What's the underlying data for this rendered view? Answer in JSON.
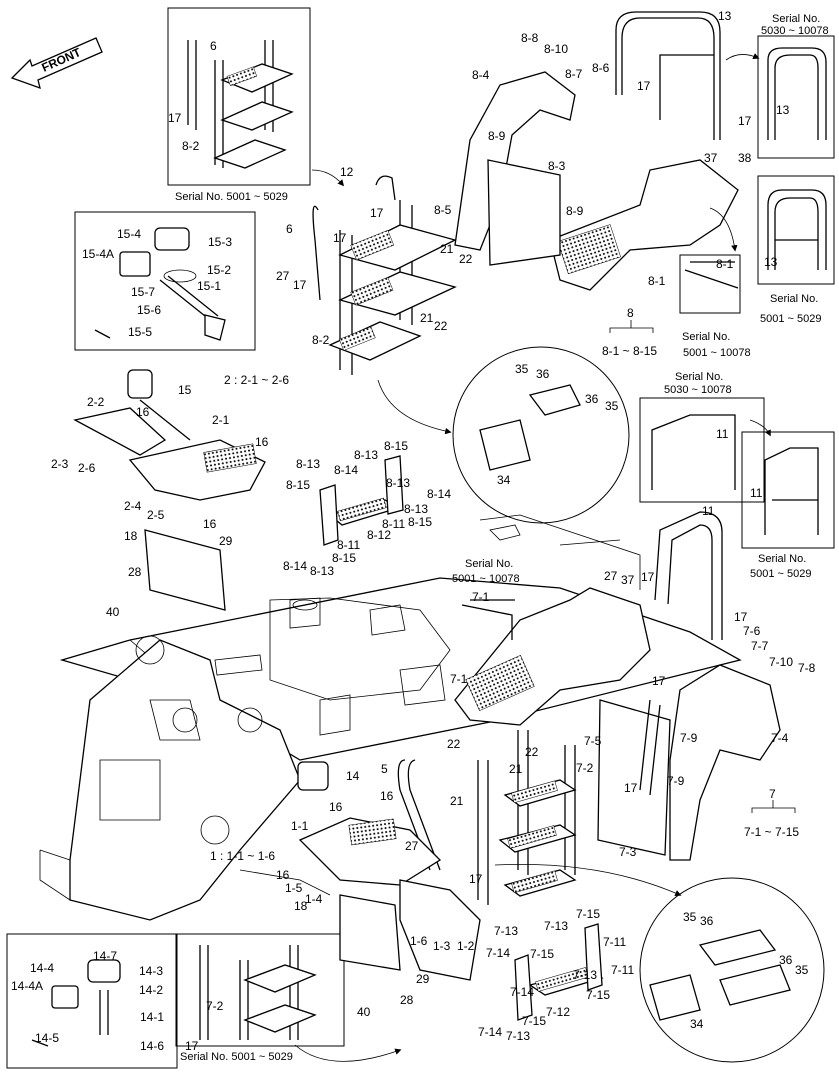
{
  "front_label": "FRONT",
  "serial_notes": [
    {
      "id": "sn-top-left",
      "text": "Serial No. 5001 ~ 5029"
    },
    {
      "id": "sn-top-right-title",
      "text": "Serial No."
    },
    {
      "id": "sn-top-right-range",
      "text": "5030 ~ 10078"
    },
    {
      "id": "sn-right-lower-title",
      "text": "Serial No."
    },
    {
      "id": "sn-right-lower-range",
      "text": "5001 ~ 5029"
    },
    {
      "id": "sn-81-title",
      "text": "Serial No."
    },
    {
      "id": "sn-81-range",
      "text": "5001 ~ 10078"
    },
    {
      "id": "sn-11a-title",
      "text": "Serial No."
    },
    {
      "id": "sn-11a-range",
      "text": "5030 ~ 10078"
    },
    {
      "id": "sn-11b-title",
      "text": "Serial No."
    },
    {
      "id": "sn-11b-range",
      "text": "5001 ~ 5029"
    },
    {
      "id": "sn-71-title",
      "text": "Serial No."
    },
    {
      "id": "sn-71-range",
      "text": "5001 ~ 10078"
    },
    {
      "id": "sn-bottom",
      "text": "Serial No. 5001 ~ 5029"
    }
  ],
  "group_notes": {
    "g2": "2 : 2-1 ~ 2-6",
    "g1": "1 : 1-1 ~ 1-6",
    "g8_head": "8",
    "g8_range": "8-1  ~  8-15",
    "g7_head": "7",
    "g7_range": "7-1  ~  7-15"
  },
  "callouts": [
    {
      "t": "13"
    },
    {
      "t": "8-8"
    },
    {
      "t": "8-10"
    },
    {
      "t": "8-7"
    },
    {
      "t": "8-6"
    },
    {
      "t": "8-4"
    },
    {
      "t": "17"
    },
    {
      "t": "17"
    },
    {
      "t": "8-9"
    },
    {
      "t": "37"
    },
    {
      "t": "38"
    },
    {
      "t": "8-3"
    },
    {
      "t": "8-9"
    },
    {
      "t": "13"
    },
    {
      "t": "13"
    },
    {
      "t": "8-1"
    },
    {
      "t": "8-1"
    },
    {
      "t": "6"
    },
    {
      "t": "17"
    },
    {
      "t": "8-2"
    },
    {
      "t": "12"
    },
    {
      "t": "17"
    },
    {
      "t": "8-5"
    },
    {
      "t": "6"
    },
    {
      "t": "17"
    },
    {
      "t": "27"
    },
    {
      "t": "17"
    },
    {
      "t": "21"
    },
    {
      "t": "22"
    },
    {
      "t": "21"
    },
    {
      "t": "22"
    },
    {
      "t": "8-2"
    },
    {
      "t": "15-4"
    },
    {
      "t": "15-3"
    },
    {
      "t": "15-4A"
    },
    {
      "t": "15-2"
    },
    {
      "t": "15-7"
    },
    {
      "t": "15-1"
    },
    {
      "t": "15-6"
    },
    {
      "t": "15-5"
    },
    {
      "t": "15"
    },
    {
      "t": "2-2"
    },
    {
      "t": "16"
    },
    {
      "t": "2-1"
    },
    {
      "t": "16"
    },
    {
      "t": "2-3"
    },
    {
      "t": "2-6"
    },
    {
      "t": "2-4"
    },
    {
      "t": "2-5"
    },
    {
      "t": "16"
    },
    {
      "t": "18"
    },
    {
      "t": "29"
    },
    {
      "t": "28"
    },
    {
      "t": "40"
    },
    {
      "t": "35"
    },
    {
      "t": "36"
    },
    {
      "t": "36"
    },
    {
      "t": "35"
    },
    {
      "t": "34"
    },
    {
      "t": "8-15"
    },
    {
      "t": "8-13"
    },
    {
      "t": "8-14"
    },
    {
      "t": "8-13"
    },
    {
      "t": "8-15"
    },
    {
      "t": "8-13"
    },
    {
      "t": "8-14"
    },
    {
      "t": "8-13"
    },
    {
      "t": "8-15"
    },
    {
      "t": "8-11"
    },
    {
      "t": "8-12"
    },
    {
      "t": "8-14"
    },
    {
      "t": "8-11"
    },
    {
      "t": "8-13"
    },
    {
      "t": "8-15"
    },
    {
      "t": "11"
    },
    {
      "t": "11"
    },
    {
      "t": "11"
    },
    {
      "t": "7-1"
    },
    {
      "t": "27"
    },
    {
      "t": "37"
    },
    {
      "t": "17"
    },
    {
      "t": "17"
    },
    {
      "t": "7-6"
    },
    {
      "t": "7-7"
    },
    {
      "t": "7-10"
    },
    {
      "t": "7-8"
    },
    {
      "t": "7-1"
    },
    {
      "t": "17"
    },
    {
      "t": "7-9"
    },
    {
      "t": "7-4"
    },
    {
      "t": "22"
    },
    {
      "t": "22"
    },
    {
      "t": "7-5"
    },
    {
      "t": "21"
    },
    {
      "t": "5"
    },
    {
      "t": "7-2"
    },
    {
      "t": "21"
    },
    {
      "t": "14"
    },
    {
      "t": "16"
    },
    {
      "t": "17"
    },
    {
      "t": "7-9"
    },
    {
      "t": "16"
    },
    {
      "t": "1-1"
    },
    {
      "t": "27"
    },
    {
      "t": "7-3"
    },
    {
      "t": "16"
    },
    {
      "t": "1-5"
    },
    {
      "t": "1-4"
    },
    {
      "t": "17"
    },
    {
      "t": "18"
    },
    {
      "t": "1-6"
    },
    {
      "t": "1-3"
    },
    {
      "t": "1-2"
    },
    {
      "t": "7-13"
    },
    {
      "t": "7-15"
    },
    {
      "t": "7-13"
    },
    {
      "t": "7-11"
    },
    {
      "t": "7-14"
    },
    {
      "t": "7-15"
    },
    {
      "t": "7-14"
    },
    {
      "t": "7-13"
    },
    {
      "t": "7-11"
    },
    {
      "t": "7-15"
    },
    {
      "t": "7-12"
    },
    {
      "t": "7-14"
    },
    {
      "t": "7-13"
    },
    {
      "t": "7-15"
    },
    {
      "t": "29"
    },
    {
      "t": "40"
    },
    {
      "t": "28"
    },
    {
      "t": "35"
    },
    {
      "t": "36"
    },
    {
      "t": "36"
    },
    {
      "t": "35"
    },
    {
      "t": "34"
    },
    {
      "t": "14-4"
    },
    {
      "t": "14-7"
    },
    {
      "t": "14-3"
    },
    {
      "t": "14-4A"
    },
    {
      "t": "14-2"
    },
    {
      "t": "14-1"
    },
    {
      "t": "14-6"
    },
    {
      "t": "14-5"
    },
    {
      "t": "7-2"
    },
    {
      "t": "17"
    }
  ]
}
